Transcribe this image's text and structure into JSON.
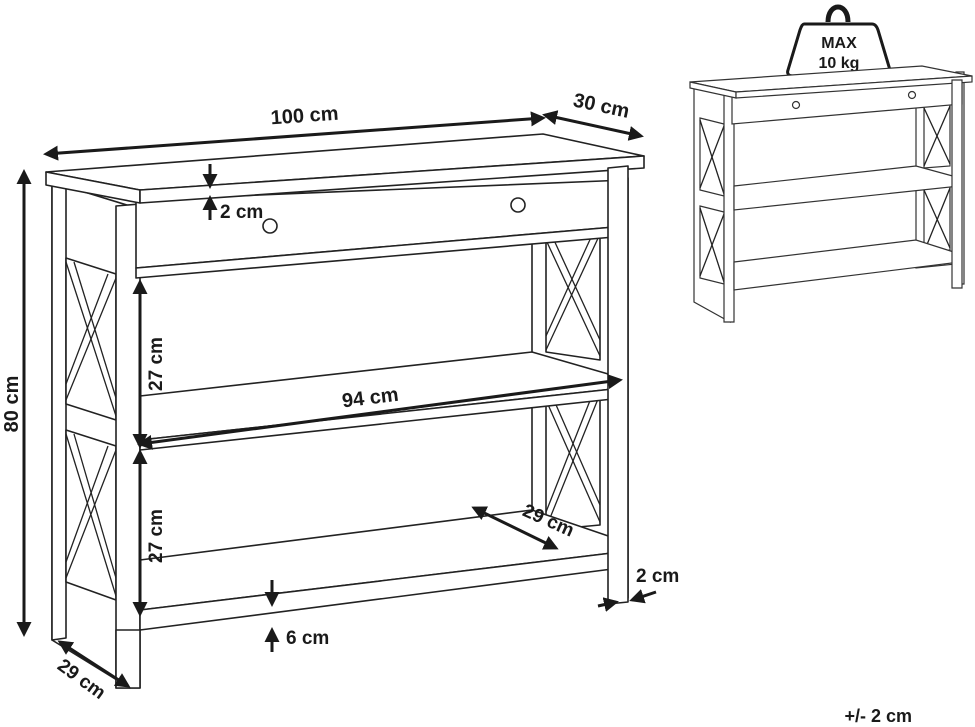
{
  "dimensions": {
    "width": "100 cm",
    "depth": "30 cm",
    "height": "80 cm",
    "top_thickness": "2 cm",
    "shelf_gap_upper": "27 cm",
    "shelf_gap_lower": "27 cm",
    "inner_width": "94 cm",
    "shelf_depth": "29 cm",
    "side_depth": "29 cm",
    "leg_offset": "2 cm",
    "bottom_clearance": "6 cm"
  },
  "weight_badge": {
    "line1": "MAX",
    "line2": "10 kg"
  },
  "tolerance": "+/- 2 cm",
  "colors": {
    "ink": "#1a1a1a",
    "badge_fill": "#ffffff"
  }
}
